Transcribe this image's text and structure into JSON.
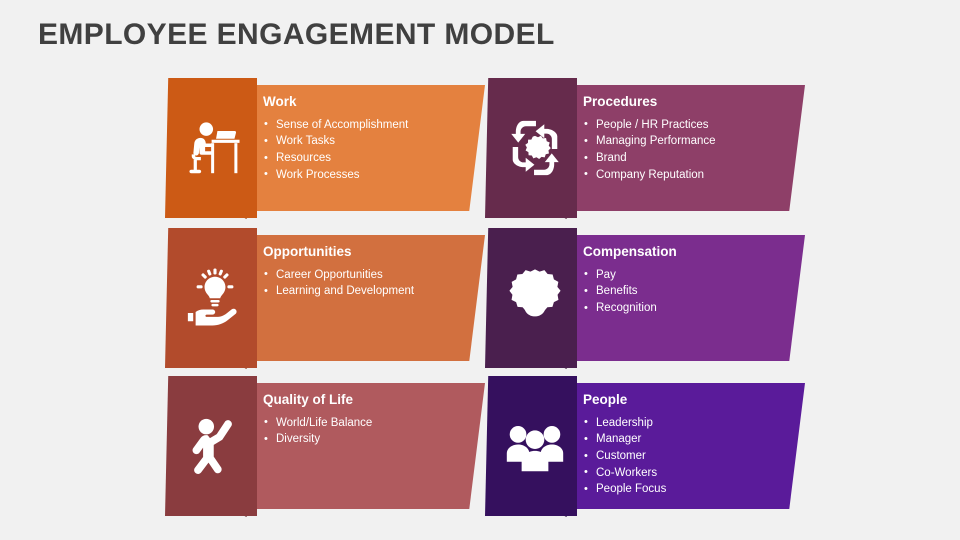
{
  "slide": {
    "title": "EMPLOYEE ENGAGEMENT MODEL",
    "background_color": "#f1f1f1",
    "title_color": "#404040"
  },
  "cards": [
    {
      "id": "work",
      "title": "Work",
      "icon": "person-at-desk-icon",
      "panel_color": "#cc5a15",
      "body_color": "#e4813f",
      "fold_color": "#8a3a0c",
      "bullets": [
        "Sense of Accomplishment",
        "Work Tasks",
        "Resources",
        "Work Processes"
      ]
    },
    {
      "id": "procedures",
      "title": "Procedures",
      "icon": "process-cycle-gear-icon",
      "panel_color": "#662b4c",
      "body_color": "#8e3f68",
      "fold_color": "#47172f",
      "bullets": [
        "People / HR Practices",
        "Managing Performance",
        "Brand",
        "Company Reputation"
      ]
    },
    {
      "id": "opportunities",
      "title": "Opportunities",
      "icon": "hand-lightbulb-icon",
      "panel_color": "#b24b2c",
      "body_color": "#d2703f",
      "fold_color": "#7c2f17",
      "bullets": [
        "Career Opportunities",
        "Learning and Development"
      ]
    },
    {
      "id": "compensation",
      "title": "Compensation",
      "icon": "money-bag-gear-icon",
      "panel_color": "#4a1f4e",
      "body_color": "#7b2d8e",
      "fold_color": "#2f1032",
      "bullets": [
        "Pay",
        "Benefits",
        "Recognition"
      ]
    },
    {
      "id": "quality-of-life",
      "title": "Quality of Life",
      "icon": "celebrating-person-icon",
      "panel_color": "#8a3c3f",
      "body_color": "#b05a5e",
      "fold_color": "#5d2527",
      "bullets": [
        "World/Life Balance",
        "Diversity"
      ]
    },
    {
      "id": "people",
      "title": "People",
      "icon": "group-of-people-icon",
      "panel_color": "#35105e",
      "body_color": "#5a1b9a",
      "fold_color": "#21083c",
      "bullets": [
        "Leadership",
        "Manager",
        "Customer",
        "Co-Workers",
        "People Focus"
      ]
    }
  ]
}
